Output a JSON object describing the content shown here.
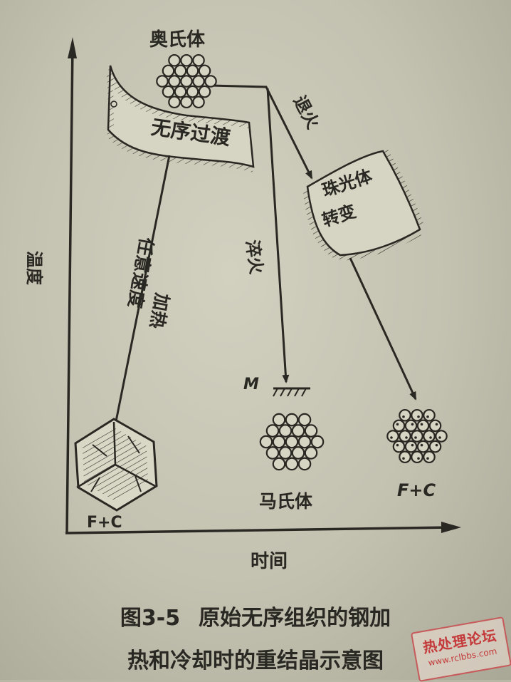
{
  "labels": {
    "austenite": "奥氏体",
    "disorder_transition": "无序过渡",
    "annealing": "退火",
    "pearlite_transformation": [
      "珠光体",
      "转变"
    ],
    "quenching": "淬火",
    "arbitrary_speed": "任意速度",
    "heating": "加热",
    "temperature_axis": "温度",
    "time_axis": "时间",
    "martensite_point": "M",
    "martensite": "马氏体",
    "start_structure": "F+C",
    "end_structure": "F+C"
  },
  "caption": {
    "figure_no": "图3-5",
    "line1": "原始无序组织的钢加",
    "line2": "热和冷却时的重结晶示意图"
  },
  "watermark": {
    "title": "热处理论坛",
    "url": "www.rclbbs.com"
  },
  "colors": {
    "ink": "#2a2822",
    "paper": "#c8c6b5",
    "watermark": "#c43a3a"
  }
}
